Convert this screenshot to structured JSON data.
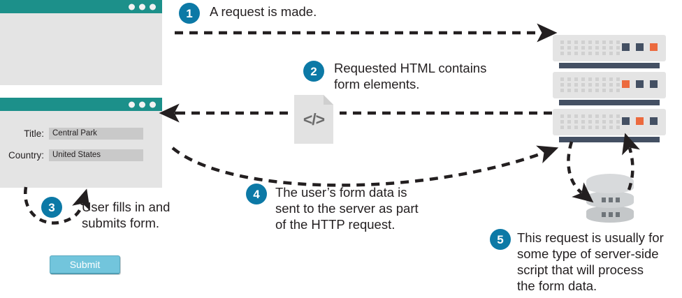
{
  "diagram": {
    "title": "HTTP form request flow",
    "accent_badge_color": "#0c79a6",
    "browser_titlebar_color": "#1c908a",
    "submit_button_color": "#72c5dc",
    "server_led_orange": "#ec6a3e",
    "server_led_dark": "#445063"
  },
  "browser_top": {
    "name": "browser-window-blank",
    "dots": [
      "dot",
      "dot",
      "dot"
    ]
  },
  "browser_form": {
    "name": "browser-window-form",
    "dots": [
      "dot",
      "dot",
      "dot"
    ],
    "fields": [
      {
        "label": "Title:",
        "value": "Central Park"
      },
      {
        "label": "Country:",
        "value": "United States"
      }
    ],
    "submit_label": "Submit"
  },
  "code_document": {
    "glyph": "</>",
    "icon_name": "html-code-document-icon"
  },
  "steps": [
    {
      "number": "1",
      "text": "A request is made."
    },
    {
      "number": "2",
      "text": "Requested HTML contains\nform elements."
    },
    {
      "number": "3",
      "text": "User fills in and\nsubmits form."
    },
    {
      "number": "4",
      "text": "The user’s form data is\nsent to the server as part\nof the HTTP request."
    },
    {
      "number": "5",
      "text": "This request is usually for\nsome type of server-side\nscript that will process\nthe form data."
    }
  ],
  "server_rack": {
    "name": "server-rack",
    "units": [
      {
        "leds": [
          "#445063",
          "#445063",
          "#ec6a3e"
        ]
      },
      {
        "leds": [
          "#ec6a3e",
          "#445063",
          "#445063"
        ]
      },
      {
        "leds": [
          "#445063",
          "#ec6a3e",
          "#445063"
        ]
      }
    ]
  },
  "database": {
    "name": "database-cylinder",
    "layers": 3,
    "squares_per_layer": 3
  }
}
